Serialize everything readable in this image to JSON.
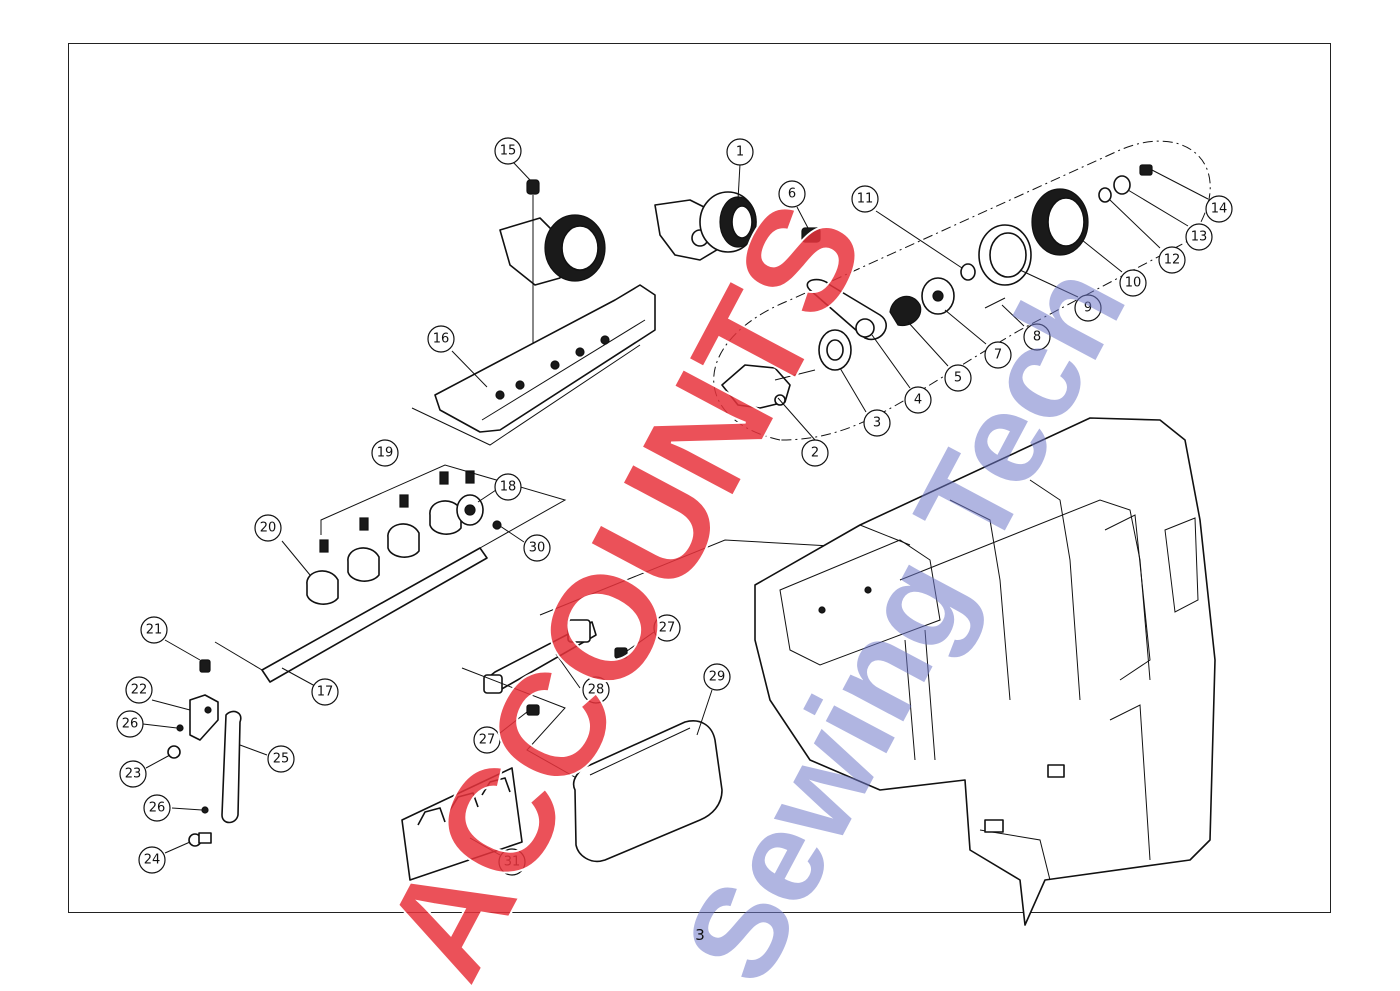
{
  "page": {
    "number": "3"
  },
  "callouts": [
    "1",
    "2",
    "3",
    "4",
    "5",
    "6",
    "7",
    "8",
    "9",
    "10",
    "11",
    "12",
    "13",
    "14",
    "15",
    "16",
    "17",
    "18",
    "19",
    "20",
    "21",
    "22",
    "23",
    "24",
    "25",
    "26",
    "26",
    "27",
    "27",
    "28",
    "29",
    "30",
    "31"
  ],
  "watermark": {
    "line1": "ACCOUNTS",
    "line2": "Sewing Tech",
    "color_red": "#e8323c",
    "color_blue": "#6f78c8"
  },
  "colors": {
    "ink": "#111111",
    "paper": "#ffffff"
  }
}
